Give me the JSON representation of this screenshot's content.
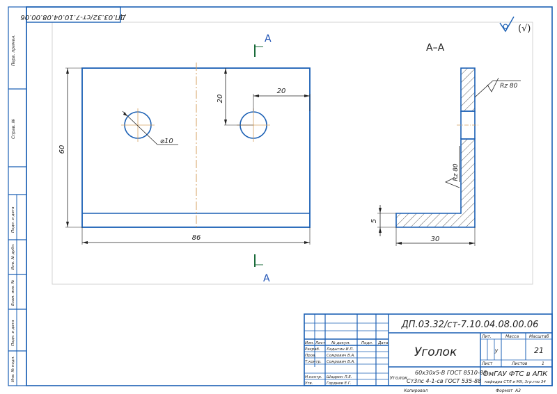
{
  "drawing_number": "ДП.03.32/ст-7.10.04.08.00.06",
  "drawing_number_mirrored": "ДП.03.32/ст-7.10.04.08.00.06",
  "part_name": "Уголок",
  "material_line1": "60х30х5-В ГОСТ 8510-86",
  "material_line2": "Ст3пс 4-1-св ГОСТ 535-88",
  "material_prefix": "Уголок",
  "organization": "ОмГАУ ФТС в АПК",
  "organization_sub": "кафедра СТЛ и МХ, 3гр.гпо 34",
  "scale": "21",
  "litera": "у",
  "sheet_label": "Лист",
  "sheets_label": "Листов",
  "sheets_value": "1",
  "title_headers": {
    "lit": "Лит.",
    "mass": "Масса",
    "scale": "Масштаб"
  },
  "col_headers": [
    "Изм.",
    "Лист",
    "№ докум.",
    "Подп.",
    "Дата"
  ],
  "rows": [
    {
      "role": "Разраб.",
      "name": "Ладыгин И.П."
    },
    {
      "role": "Пров.",
      "name": "Сомрович В.А."
    },
    {
      "role": "Т.контр.",
      "name": "Сомрович В.А."
    },
    {
      "role": "Н.контр.",
      "name": "Шадрин Л.Е."
    },
    {
      "role": "Утв.",
      "name": "Гордиев Е.Г."
    }
  ],
  "copied_label": "Копировал",
  "format_label": "Формат",
  "format_value": "А3",
  "roughness_general": "(√)",
  "section_label": "А–А",
  "cut_marker": "А",
  "dims": {
    "width": "86",
    "height": "60",
    "hole_offset_x": "20",
    "hole_offset_y": "20",
    "hole_diameter": "⌀10",
    "section_width": "30",
    "section_thickness": "5",
    "rz_top": "Rz 80",
    "rz_side": "Rz 80"
  },
  "side_strip": [
    "Перв. примен.",
    "Справ. №",
    "Подп. и дата",
    "Инв. № дубл.",
    "Взам. инв. №",
    "Подп. и дата",
    "Инв. № подл."
  ]
}
